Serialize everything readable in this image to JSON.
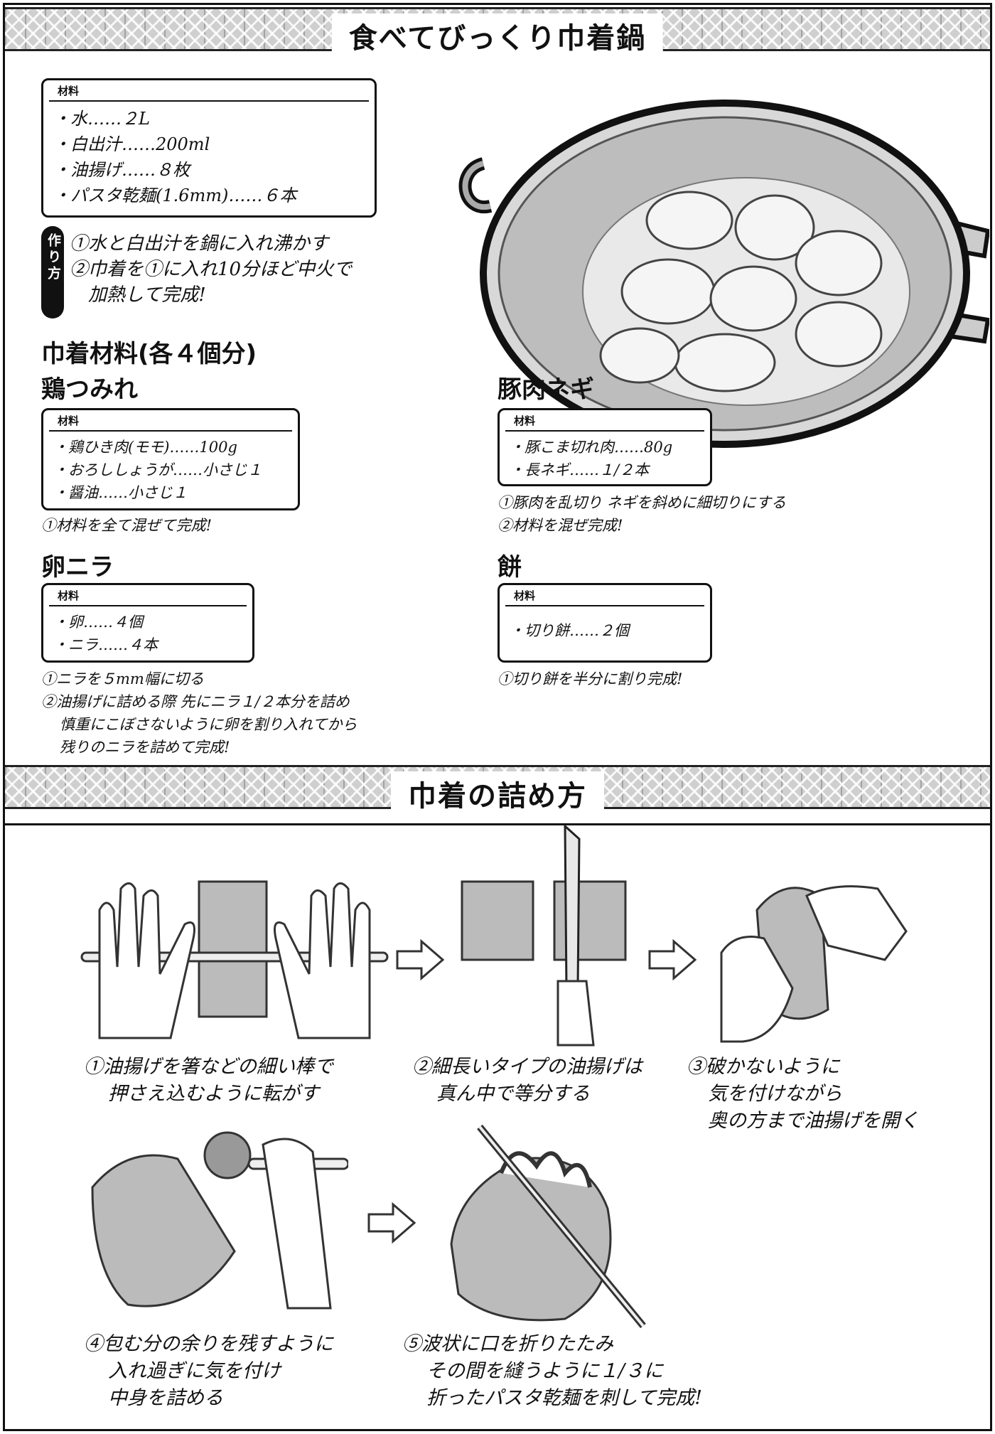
{
  "page": {
    "title": "食べてびっくり巾着鍋",
    "section2_title": "巾着の詰め方"
  },
  "main_ingredients": {
    "label": "材料",
    "items": [
      "・水……２L",
      "・白出汁……200ml",
      "・油揚げ……８枚",
      "・パスタ乾麺(1.6mm)……６本"
    ]
  },
  "method": {
    "tab": "作り方",
    "steps": [
      "①水と白出汁を鍋に入れ沸かす",
      "②巾着を①に入れ10分ほど中火で",
      "加熱して完成!"
    ]
  },
  "filling_heading": "巾着材料(各４個分)",
  "recipes": {
    "tori": {
      "title": "鶏つみれ",
      "label": "材料",
      "items": [
        "・鶏ひき肉(モモ)……100g",
        "・おろししょうが……小さじ１",
        "・醤油……小さじ１"
      ],
      "steps": [
        "①材料を全て混ぜて完成!"
      ]
    },
    "butaniku": {
      "title": "豚肉ネギ",
      "label": "材料",
      "items": [
        "・豚こま切れ肉……80g",
        "・長ネギ……１/２本"
      ],
      "steps": [
        "①豚肉を乱切り ネギを斜めに細切りにする",
        "②材料を混ぜ完成!"
      ]
    },
    "tamago": {
      "title": "卵ニラ",
      "label": "材料",
      "items": [
        "・卵……４個",
        "・ニラ……４本"
      ],
      "steps": [
        "①ニラを５mm幅に切る",
        "②油揚げに詰める際 先にニラ１/２本分を詰め",
        "慎重にこぼさないように卵を割り入れてから",
        "残りのニラを詰めて完成!"
      ]
    },
    "mochi": {
      "title": "餅",
      "label": "材料",
      "items": [
        "・切り餅……２個"
      ],
      "steps": [
        "①切り餅を半分に割り完成!"
      ]
    }
  },
  "stuffing_steps": [
    {
      "lines": [
        "①油揚げを箸などの細い棒で",
        "押さえ込むように転がす"
      ]
    },
    {
      "lines": [
        "②細長いタイプの油揚げは",
        "真ん中で等分する"
      ]
    },
    {
      "lines": [
        "③破かないように",
        "気を付けながら",
        "奥の方まで油揚げを開く"
      ]
    },
    {
      "lines": [
        "④包む分の余りを残すように",
        "入れ過ぎに気を付け",
        "中身を詰める"
      ]
    },
    {
      "lines": [
        "⑤波状に口を折りたたみ",
        "その間を縫うように１/３に",
        "折ったパスタ乾麺を刺して完成!"
      ]
    }
  ],
  "icons": {
    "pot": "hot-pot-illustration",
    "arrow": "right-arrow-icon"
  }
}
